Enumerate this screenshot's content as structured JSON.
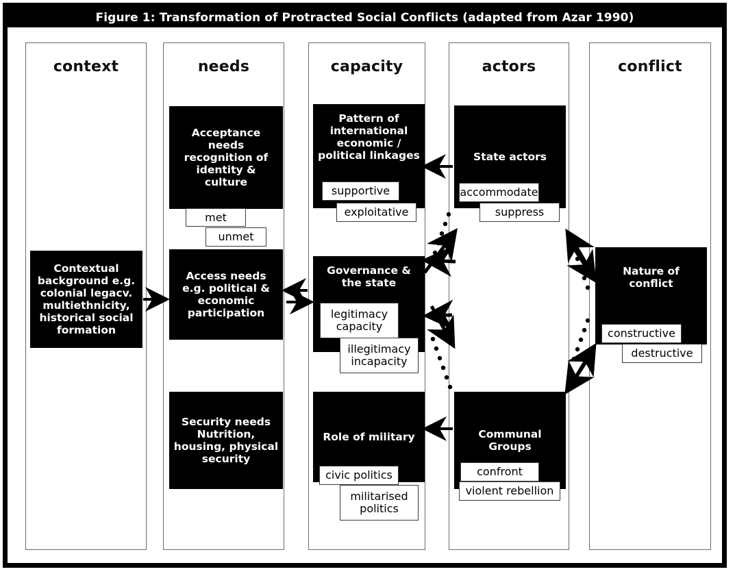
{
  "figure": {
    "title": "Figure 1: Transformation of Protracted Social Conflicts (adapted from Azar 1990)",
    "colors": {
      "frame": "#000000",
      "box_fill": "#000000",
      "box_text": "#ffffff",
      "tag_fill": "#ffffff",
      "tag_text": "#000000",
      "panel_border": "#6b6b6b",
      "page_background": "#ffffff"
    }
  },
  "columns": [
    {
      "key": "context",
      "header": "context",
      "boxes": [
        {
          "key": "contextual-background",
          "label": "Contextual background e.g. colonial legacv. multiethnicity, historical social formation",
          "tags": []
        }
      ]
    },
    {
      "key": "needs",
      "header": "needs",
      "boxes": [
        {
          "key": "acceptance-needs",
          "label": "Acceptance needs recognition of identity & culture",
          "tags": [
            {
              "key": "met",
              "label": "met"
            },
            {
              "key": "unmet",
              "label": "unmet"
            }
          ]
        },
        {
          "key": "access-needs",
          "label": "Access needs e.g. political & economic participation",
          "tags": []
        },
        {
          "key": "security-needs",
          "label": "Security needs Nutrition, housing, physical security",
          "tags": []
        }
      ]
    },
    {
      "key": "capacity",
      "header": "capacity",
      "boxes": [
        {
          "key": "international-linkages",
          "label": "Pattern of international economic / political linkages",
          "tags": [
            {
              "key": "supportive",
              "label": "supportive"
            },
            {
              "key": "exploitative",
              "label": "exploitative"
            }
          ]
        },
        {
          "key": "governance-and-state",
          "label": "Governance & the state",
          "tags": [
            {
              "key": "legitimacy-capacity",
              "label": "legitimacy capacity"
            },
            {
              "key": "illegitimacy-incapacity",
              "label": "illegitimacy incapacity"
            }
          ]
        },
        {
          "key": "role-of-military",
          "label": "Role of military",
          "tags": [
            {
              "key": "civic-politics",
              "label": "civic politics"
            },
            {
              "key": "militarised-politics",
              "label": "militarised politics"
            }
          ]
        }
      ]
    },
    {
      "key": "actors",
      "header": "actors",
      "boxes": [
        {
          "key": "state-actors",
          "label": "State actors",
          "tags": [
            {
              "key": "accommodate",
              "label": "accommodate"
            },
            {
              "key": "suppress",
              "label": "suppress"
            }
          ]
        },
        {
          "key": "communal-groups",
          "label": "Communal Groups",
          "tags": [
            {
              "key": "confront",
              "label": "confront"
            },
            {
              "key": "violent-rebellion",
              "label": "violent rebellion"
            }
          ]
        }
      ]
    },
    {
      "key": "conflict",
      "header": "conflict",
      "boxes": [
        {
          "key": "nature-of-conflict",
          "label": "Nature of conflict",
          "tags": [
            {
              "key": "constructive",
              "label": "constructive"
            },
            {
              "key": "destructive",
              "label": "destructive"
            }
          ]
        }
      ]
    }
  ],
  "connectors": [
    {
      "key": "context-to-needs",
      "from": "contextual-background",
      "to": "access-needs",
      "style": "solid-arrow",
      "direction": "right"
    },
    {
      "key": "needs-to-capacity",
      "from": "access-needs",
      "to": "governance-and-state",
      "style": "solid-arrow",
      "direction": "bidirectional"
    },
    {
      "key": "actors-to-linkages",
      "from": "state-actors",
      "to": "international-linkages",
      "style": "solid-arrow",
      "direction": "left"
    },
    {
      "key": "actors-to-military",
      "from": "communal-groups",
      "to": "role-of-military",
      "style": "solid-arrow",
      "direction": "left"
    },
    {
      "key": "capacity-actors-upper",
      "from": "governance-and-state",
      "to": "state-actors",
      "style": "diagonal-double-arrow-dotted",
      "direction": "bidirectional"
    },
    {
      "key": "capacity-actors-lower",
      "from": "governance-and-state",
      "to": "communal-groups",
      "style": "diagonal-double-arrow-dotted",
      "direction": "bidirectional"
    },
    {
      "key": "actors-conflict-upper",
      "from": "state-actors",
      "to": "nature-of-conflict",
      "style": "diagonal-double-arrow-dotted",
      "direction": "bidirectional"
    },
    {
      "key": "actors-conflict-lower",
      "from": "communal-groups",
      "to": "nature-of-conflict",
      "style": "diagonal-double-arrow-dotted",
      "direction": "bidirectional"
    }
  ]
}
